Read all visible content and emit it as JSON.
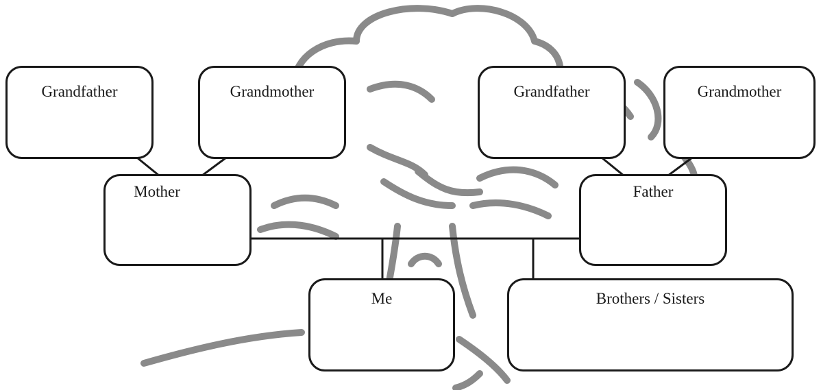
{
  "diagram": {
    "grandparents_maternal": {
      "grandfather": "Grandfather",
      "grandmother": "Grandmother"
    },
    "grandparents_paternal": {
      "grandfather": "Grandfather",
      "grandmother": "Grandmother"
    },
    "parents": {
      "mother": "Mother",
      "father": "Father"
    },
    "children": {
      "me": "Me",
      "siblings": "Brothers / Sisters"
    },
    "colors": {
      "box_border": "#1a1a1a",
      "tree_art": "#8a8a8a",
      "background": "#ffffff"
    }
  }
}
